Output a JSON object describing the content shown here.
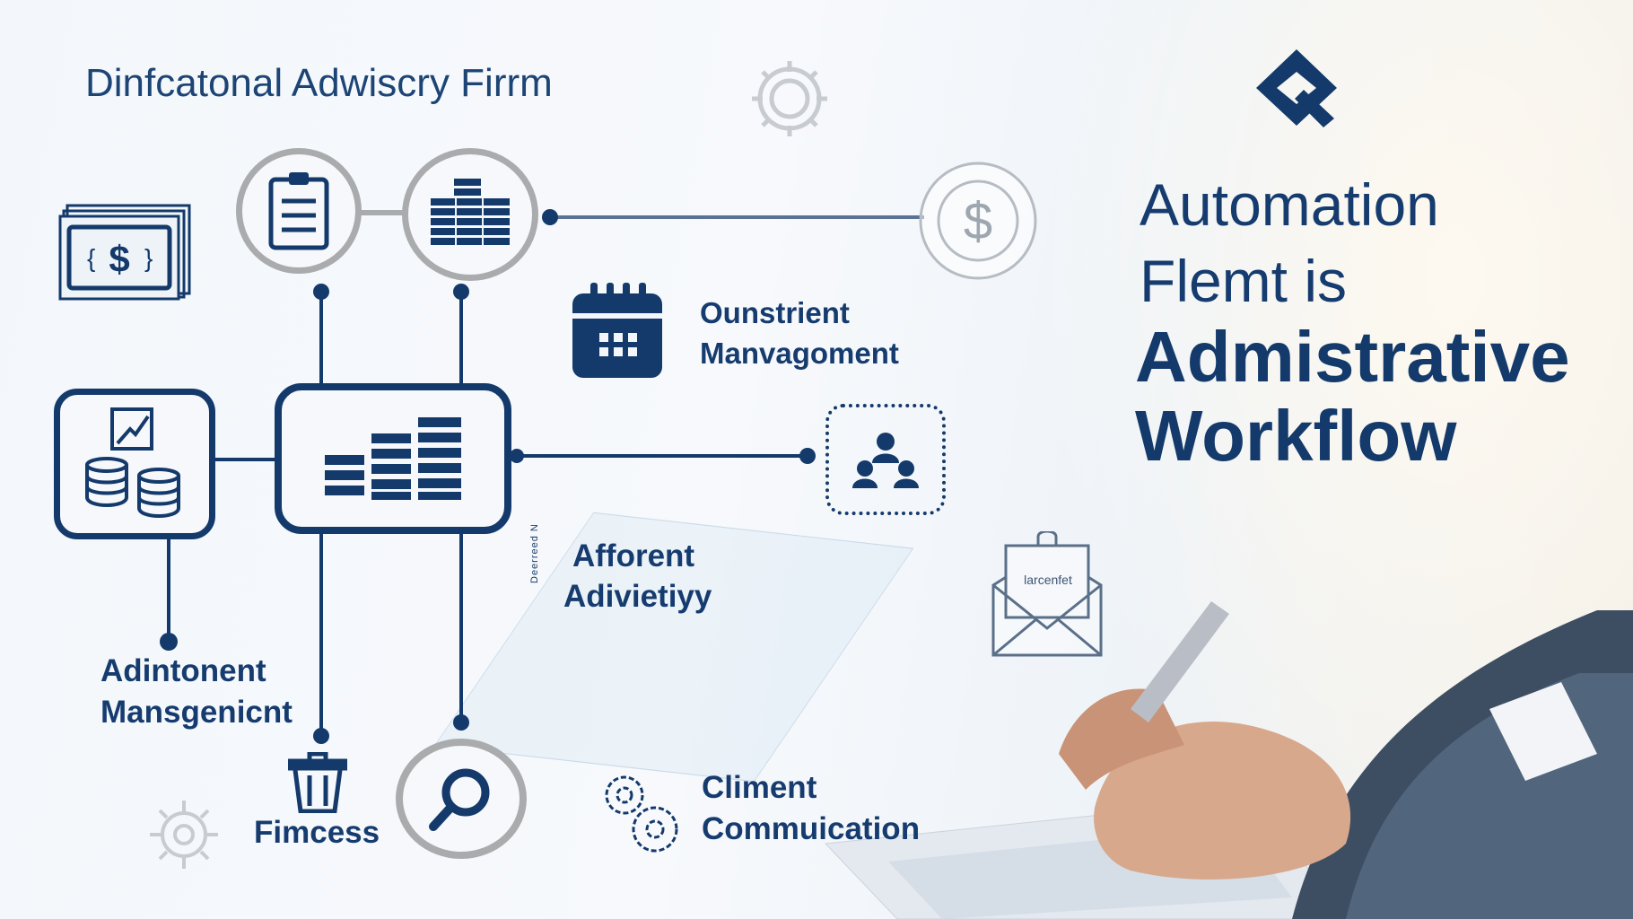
{
  "header": {
    "firm_name": "Dinfcatonal Adwiscry Firrm"
  },
  "headline": {
    "line1": "Automation",
    "line2": "Flemt is",
    "line3": "Admistrative",
    "line4": "Workflow"
  },
  "nodes": {
    "onstrient_line1": "Ounstrient",
    "onstrient_line2": "Manvagoment",
    "afforent_line1": "Afforent",
    "afforent_line2": "Adivietiyy",
    "afforent_side": "Deerreed N",
    "adintonent_line1": "Adintonent",
    "adintonent_line2": "Mansgenicnt",
    "fimcess": "Fimcess",
    "climent_line1": "Climent",
    "climent_line2": "Commuication"
  },
  "envelope": {
    "card_text": "larcenfet"
  },
  "icons": [
    "money-stack-icon",
    "clipboard-icon",
    "coin-stack-icon",
    "dollar-circle-icon",
    "gear-icon",
    "logo-icon",
    "calendar-icon",
    "chart-database-icon",
    "bar-chart-icon",
    "team-icon",
    "envelope-icon",
    "trash-icon",
    "search-icon",
    "gears-icon"
  ],
  "colors": {
    "navy": "#143a6b",
    "gray_ring": "#a9abad",
    "background": "#f3f7fb"
  }
}
